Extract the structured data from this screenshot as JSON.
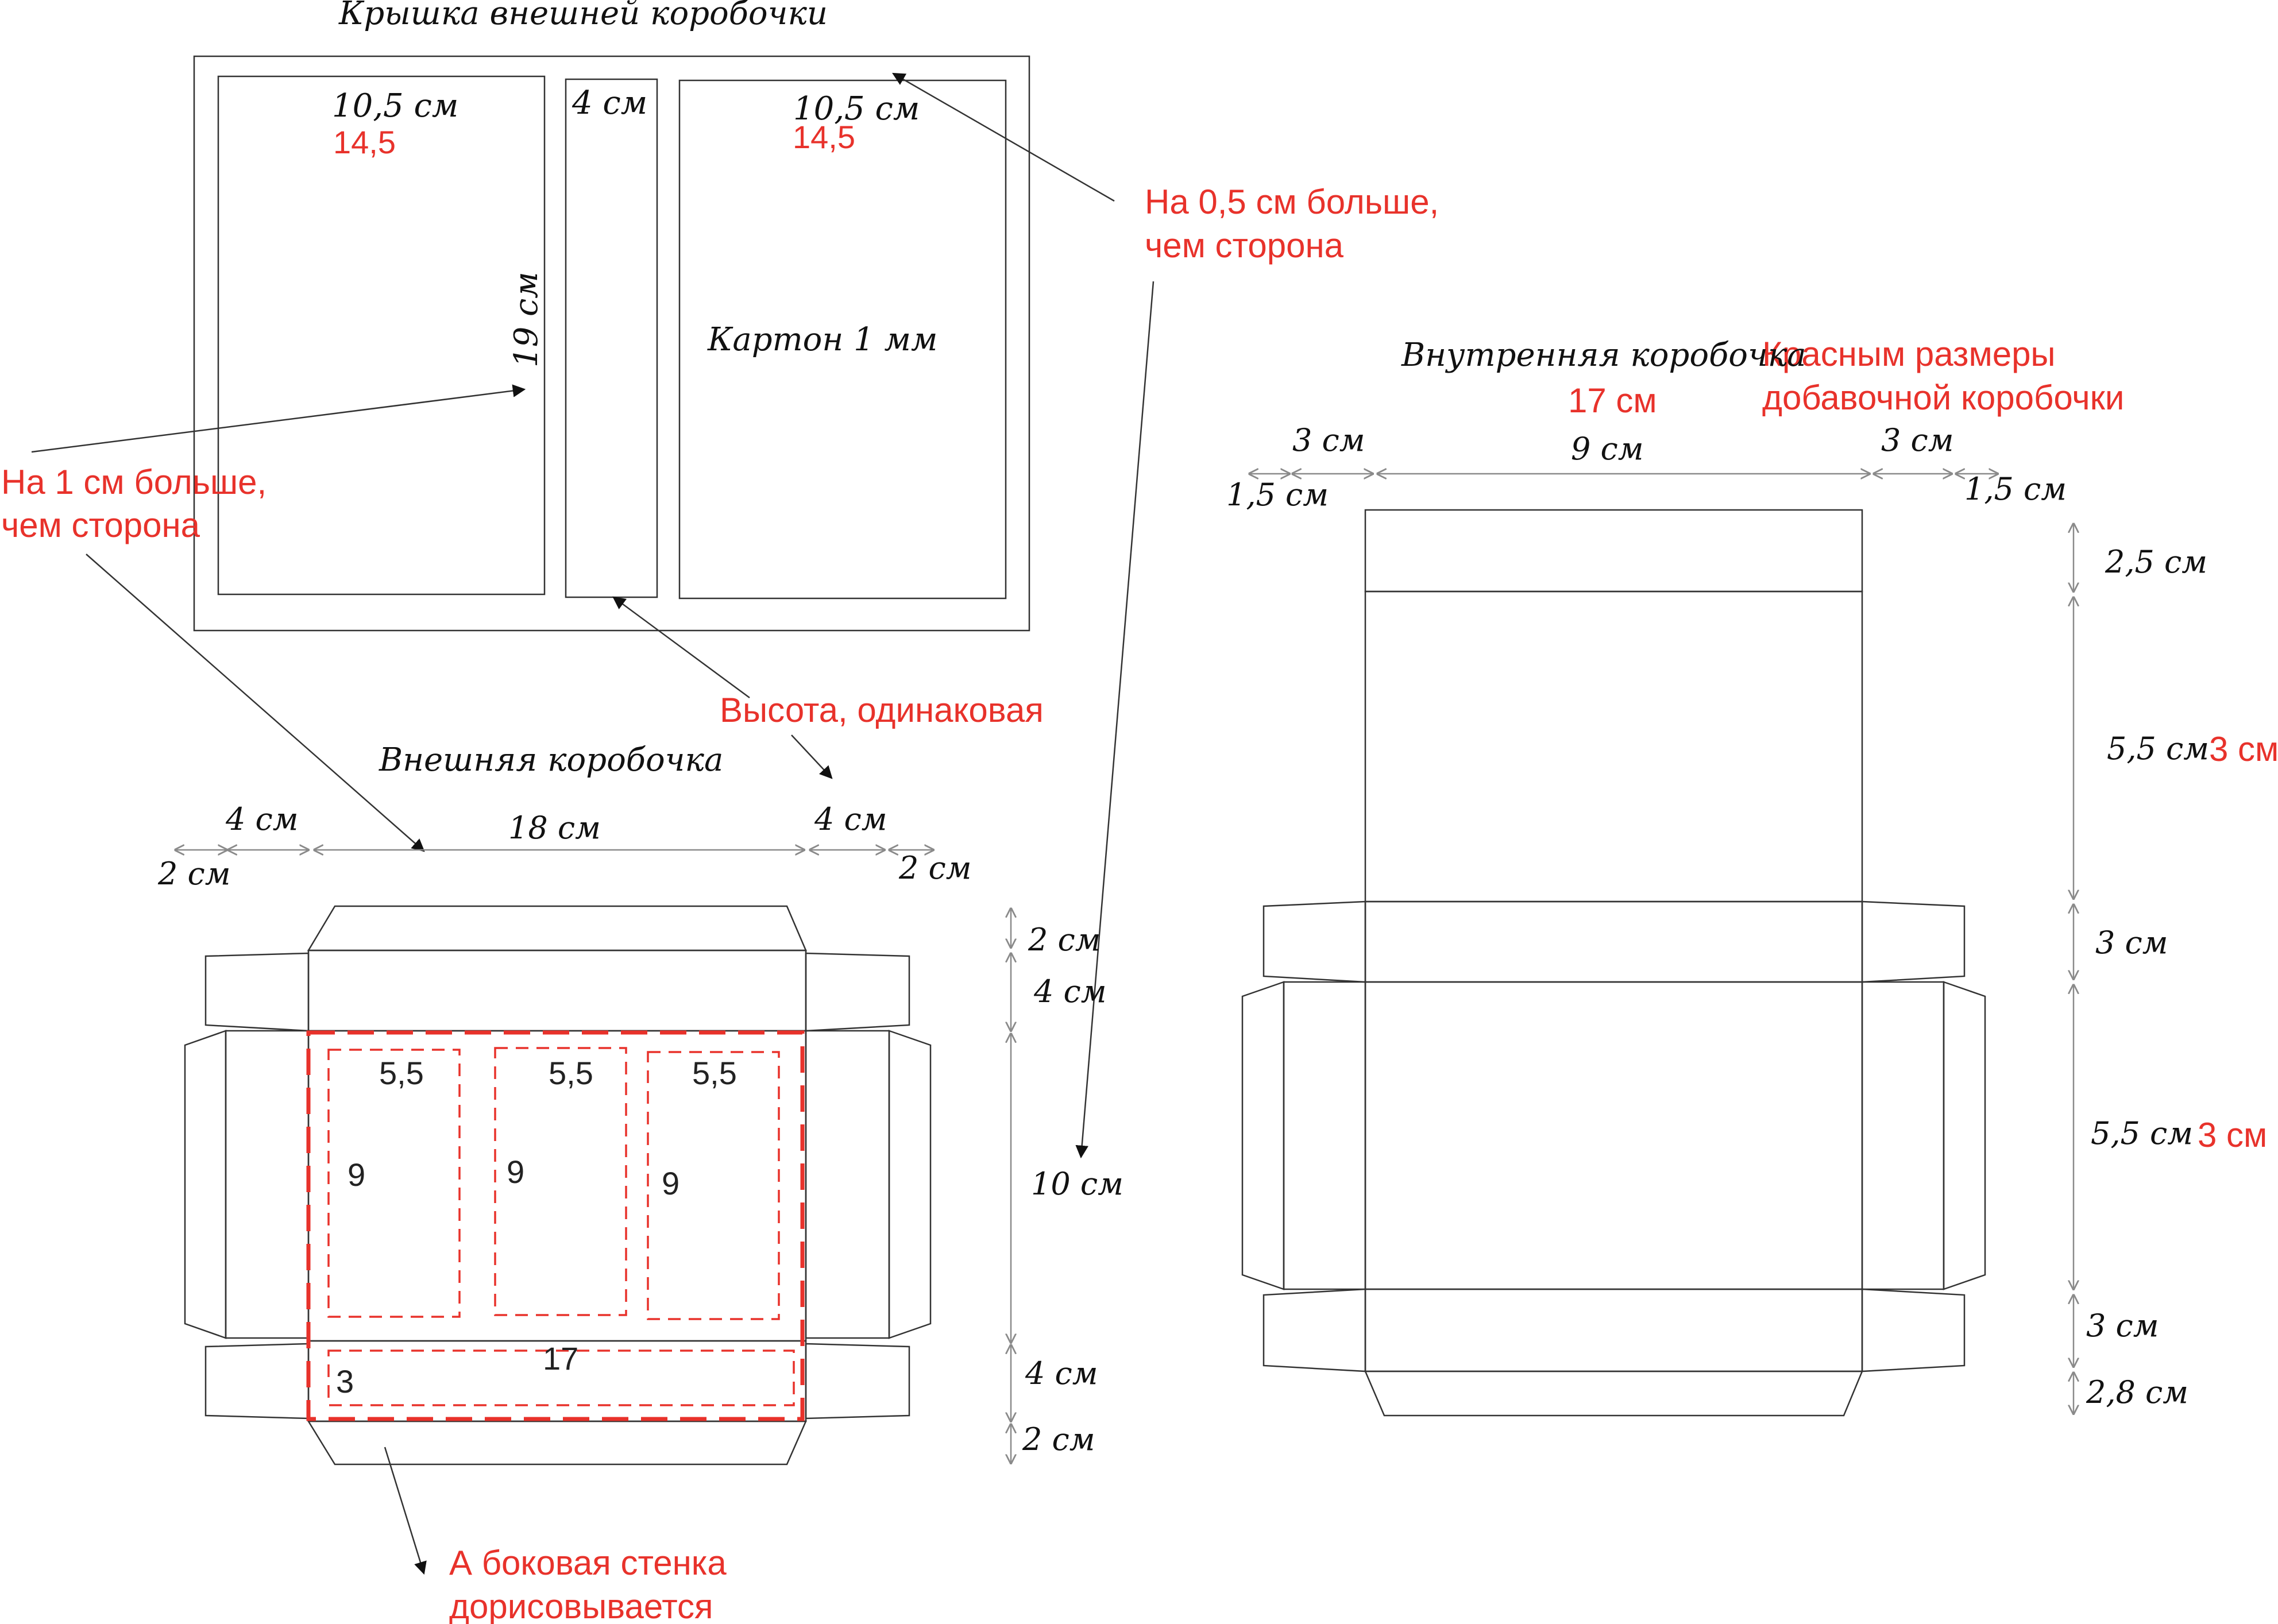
{
  "colors": {
    "annotation": "#e8322b",
    "lines": "#333333",
    "dimensions": "#8a8a8a"
  },
  "lid": {
    "title": "Крышка внешней коробочки",
    "left_width": "10,5 см",
    "left_width_red": "14,5",
    "spine": "4 см",
    "right_width": "10,5 см",
    "right_width_red": "14,5",
    "height": "19 см",
    "material": "Картон 1 мм"
  },
  "annotations": {
    "one_cm_more": [
      "На 1 см больше,",
      "чем сторона"
    ],
    "half_cm_more": [
      "На 0,5 см больше,",
      "чем сторона"
    ],
    "height_same": "Высота, одинаковая",
    "side_wall": [
      "А боковая стенка",
      "дорисовывается"
    ],
    "red_sizes": [
      "Красным размеры",
      "добавочной коробочки"
    ]
  },
  "outer_box": {
    "title": "Внешняя коробочка",
    "top_dims": [
      "2 см",
      "4 см",
      "18 см",
      "4 см",
      "2 см"
    ],
    "side_dims": [
      "2 см",
      "4 см",
      "10 см",
      "4 см",
      "2 см"
    ],
    "compartments": [
      {
        "width": "5,5",
        "height": "9"
      },
      {
        "width": "5,5",
        "height": "9"
      },
      {
        "width": "5,5",
        "height": "9"
      }
    ],
    "bottom_compartment": {
      "width": "17",
      "height": "3"
    }
  },
  "inner_box": {
    "title": "Внутренняя коробочка",
    "red_width": "17 см",
    "top_dims": [
      "1,5 см",
      "3 см",
      "9 см",
      "3 см",
      "1,5 см"
    ],
    "side_dims": [
      "2,5 см",
      "5,5 см",
      "3 см",
      "5,5 см",
      "3 см",
      "2,8 см"
    ],
    "side_red": [
      "3 см",
      "3 см"
    ]
  }
}
